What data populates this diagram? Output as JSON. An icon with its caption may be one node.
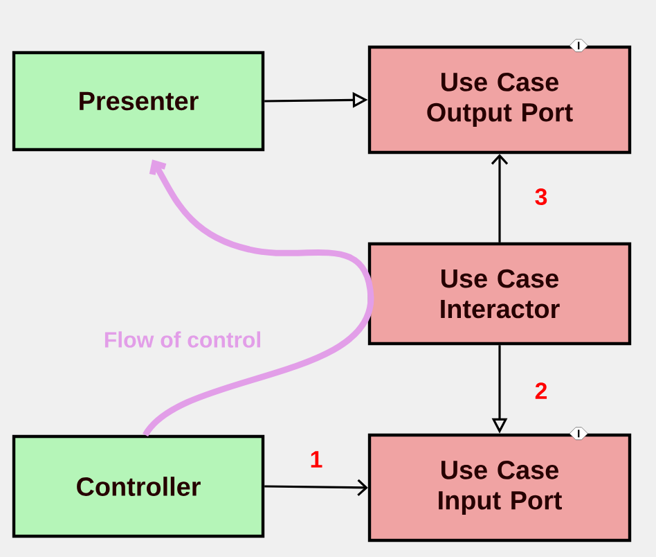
{
  "diagram": {
    "nodes": [
      {
        "text": [
          "Presenter"
        ]
      },
      {
        "text": [
          "Use Case Output Port"
        ],
        "beside": [
          "I"
        ]
      },
      {
        "text": [
          "Use Case Interactor"
        ]
      },
      {
        "text": [
          "Controller"
        ]
      },
      {
        "text": [
          "Use Case Input Port"
        ],
        "beside": [
          "I"
        ]
      }
    ],
    "edges": [
      {
        "from": 0,
        "to": 1,
        "arrow": "to"
      },
      {
        "from": 2,
        "to": 1,
        "arrow": "to",
        "label": "3"
      },
      {
        "from": 2,
        "to": 4,
        "arrow": "to",
        "label": "2"
      },
      {
        "from": 3,
        "to": 4,
        "arrow": "to",
        "label": "1"
      },
      {
        "from": 3,
        "to": 0,
        "arrow": "to",
        "label": "Flow of control",
        "style": "thick",
        "color": "#e29ee8"
      }
    ]
  }
}
